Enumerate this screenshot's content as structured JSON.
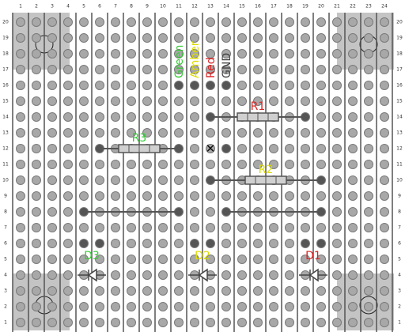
{
  "board": {
    "columns": [
      "1",
      "2",
      "3",
      "4",
      "5",
      "6",
      "7",
      "8",
      "9",
      "10",
      "11",
      "12",
      "13",
      "14",
      "15",
      "16",
      "17",
      "18",
      "19",
      "20",
      "21",
      "22",
      "23",
      "24"
    ],
    "rows": [
      "20",
      "19",
      "18",
      "17",
      "16",
      "15",
      "14",
      "13",
      "12",
      "11",
      "10",
      "9",
      "8",
      "7",
      "6",
      "5",
      "4",
      "3",
      "2",
      "1"
    ]
  },
  "colors": {
    "background": "#ffffff",
    "strip": "#555555",
    "hole_fill": "#a8a8a8",
    "hole_stroke": "#7a7a7a",
    "pad_fill": "#555555",
    "mount_area": "#c4c4c4",
    "resistor_body": "#d0d0d0",
    "wire": "#555555"
  },
  "terminals": [
    {
      "label": "Green",
      "color": "#33cc33",
      "col": 11
    },
    {
      "label": "Amber",
      "color": "#dddd00",
      "col": 12
    },
    {
      "label": "Red",
      "color": "#dd2222",
      "col": 13
    },
    {
      "label": "GND",
      "color": "#444444",
      "col": 14
    }
  ],
  "resistors": [
    {
      "label": "R1",
      "color": "#dd2222",
      "from": [
        13,
        14
      ],
      "to": [
        19,
        14
      ]
    },
    {
      "label": "R3",
      "color": "#33cc33",
      "from": [
        6,
        12
      ],
      "to": [
        11,
        12
      ]
    },
    {
      "label": "R2",
      "color": "#dddd00",
      "from": [
        13,
        10
      ],
      "to": [
        20,
        10
      ]
    }
  ],
  "wires": [
    {
      "from": [
        5,
        8
      ],
      "to": [
        11,
        8
      ]
    },
    {
      "from": [
        14,
        8
      ],
      "to": [
        20,
        8
      ]
    }
  ],
  "track_cut": {
    "col": 13,
    "row": 12,
    "symbol": "✕"
  },
  "leds": [
    {
      "label": "D3",
      "color": "#33cc33",
      "cols": [
        5,
        6
      ],
      "row": 4
    },
    {
      "label": "D2",
      "color": "#dddd00",
      "cols": [
        12,
        13
      ],
      "row": 4
    },
    {
      "label": "D1",
      "color": "#dd2222",
      "cols": [
        19,
        20
      ],
      "row": 4
    }
  ],
  "extra_pads": [
    [
      5,
      6
    ],
    [
      6,
      6
    ],
    [
      12,
      6
    ],
    [
      13,
      6
    ],
    [
      19,
      6
    ],
    [
      20,
      6
    ],
    [
      11,
      16
    ],
    [
      12,
      16
    ],
    [
      13,
      16
    ],
    [
      14,
      16
    ]
  ]
}
